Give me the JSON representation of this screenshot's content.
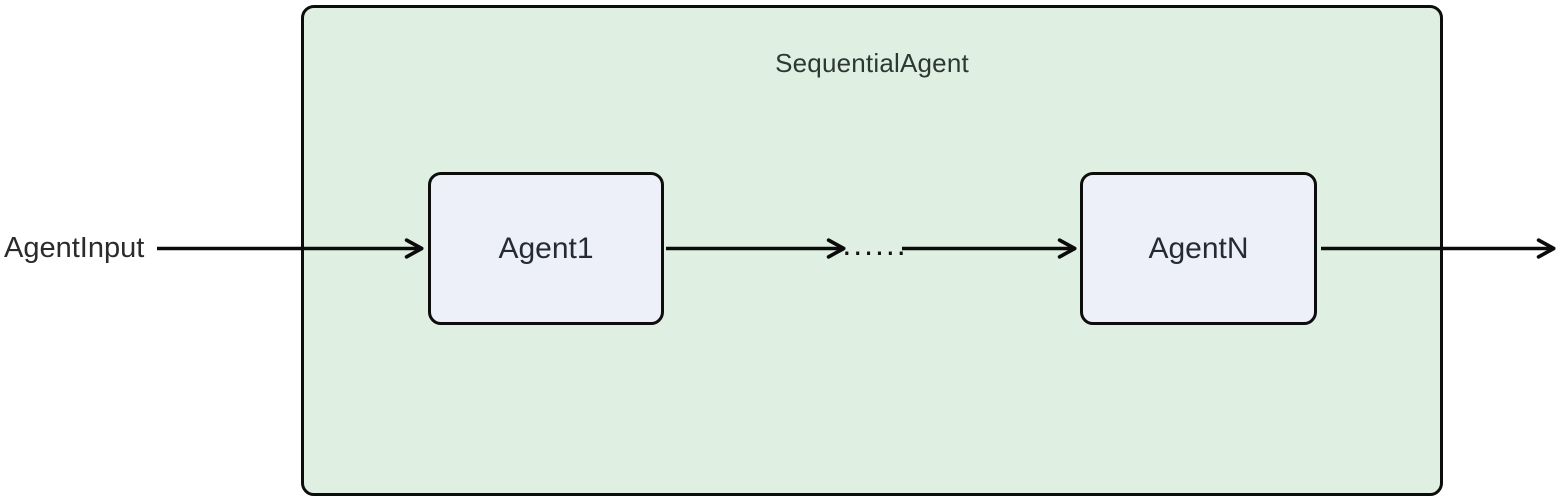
{
  "diagram": {
    "type": "flowchart",
    "direction": "left-to-right",
    "container": {
      "label": "SequentialAgent",
      "fill": "#dff0e2",
      "border_color": "#0d0d0d"
    },
    "input_label": "AgentInput",
    "ellipsis_label": "......",
    "nodes": [
      {
        "id": "agent1",
        "label": "Agent1"
      },
      {
        "id": "agentN",
        "label": "AgentN"
      }
    ],
    "node_style": {
      "fill": "#edf0f9",
      "border_color": "#0d0d0d",
      "text_color": "#252a35"
    },
    "arrow_color": "#0b0b0b",
    "edges": [
      {
        "from": "AgentInput",
        "to": "Agent1"
      },
      {
        "from": "Agent1",
        "to": "......"
      },
      {
        "from": "......",
        "to": "AgentN"
      },
      {
        "from": "AgentN",
        "to": "outside-right"
      }
    ]
  }
}
